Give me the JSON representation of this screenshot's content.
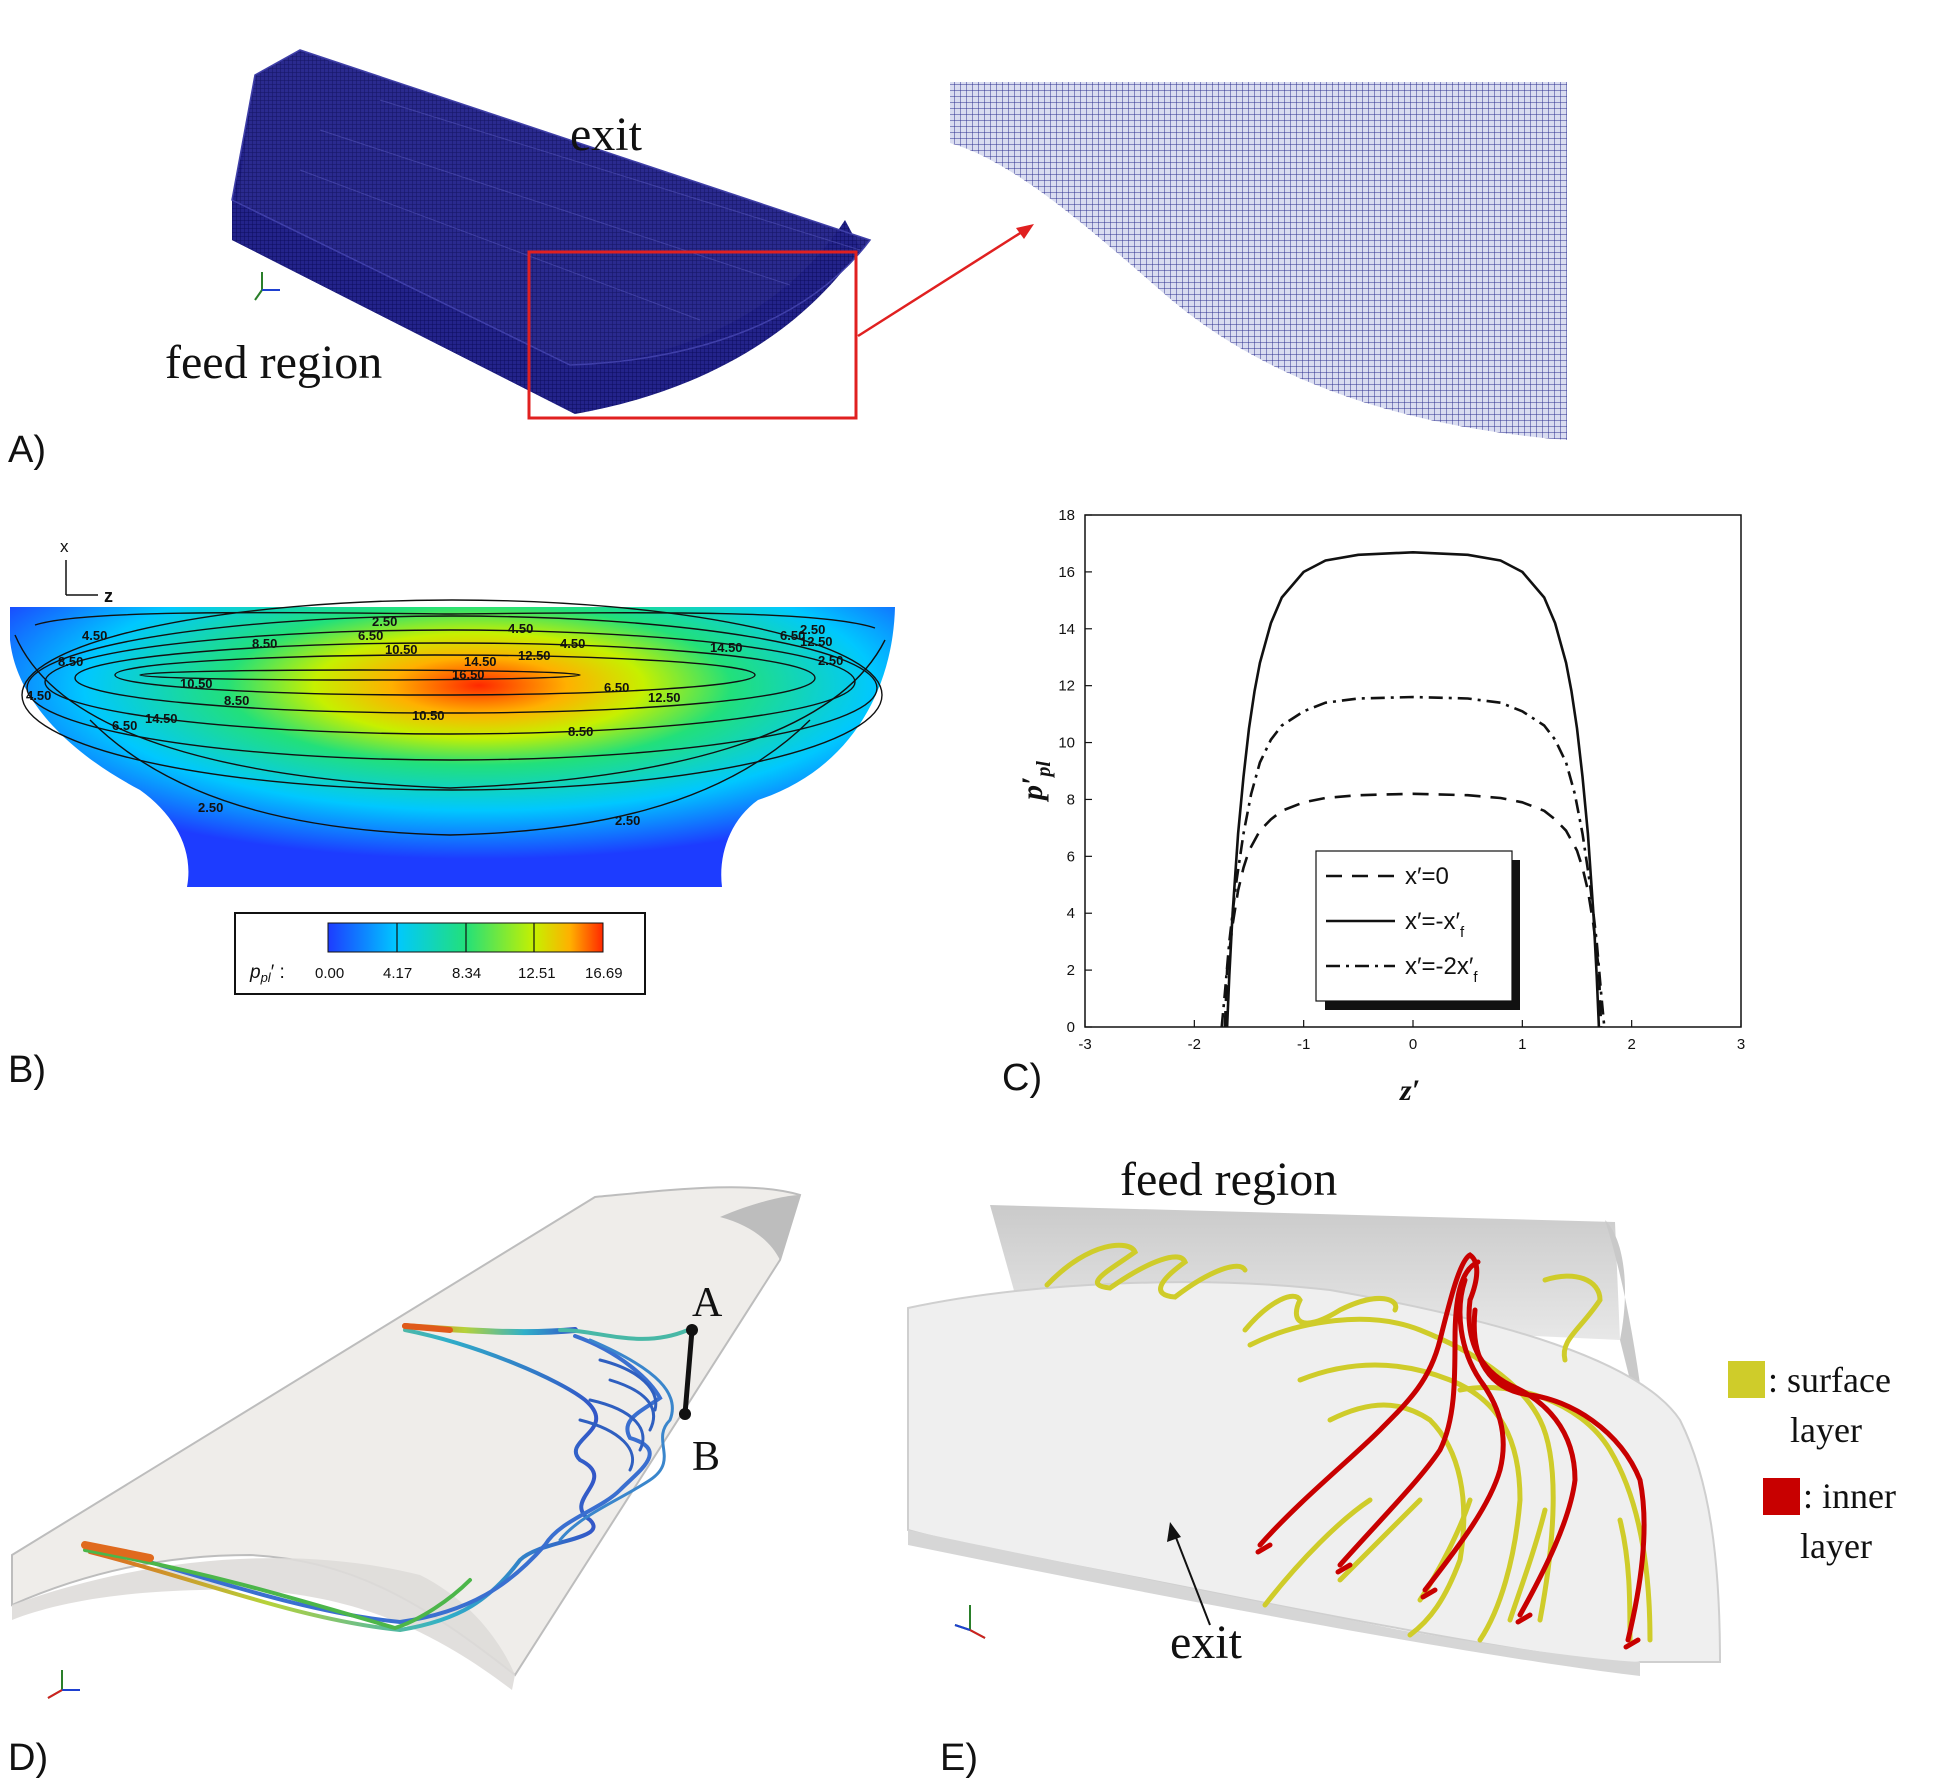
{
  "panels": {
    "a": {
      "label": "A)",
      "exit_label": "exit",
      "feed_label": "feed region"
    },
    "b": {
      "label": "B)",
      "axis_x": "x",
      "axis_z": "z",
      "colorbar_symbol": "p",
      "colorbar_subscript": "pl",
      "colorbar_prime": "′ :",
      "colorbar_ticks": [
        "0.00",
        "4.17",
        "8.34",
        "12.51",
        "16.69"
      ],
      "colors": [
        "#1d3cff",
        "#00c8ff",
        "#22e07a",
        "#c6f000",
        "#ffb000",
        "#ff2800"
      ],
      "contour_labels": [
        "2.50",
        "4.50",
        "6.50",
        "8.50",
        "10.50",
        "12.50",
        "14.50",
        "16.50",
        "2.50",
        "4.50",
        "6.50",
        "8.50",
        "10.50",
        "12.50",
        "14.50",
        "2.50",
        "4.50",
        "6.50",
        "8.50",
        "10.50",
        "12.50",
        "14.50",
        "4.50",
        "6.50",
        "8.50",
        "2.50",
        "2.50"
      ]
    },
    "c": {
      "label": "C)"
    },
    "d": {
      "label": "D)",
      "point_a": "A",
      "point_b": "B"
    },
    "e": {
      "label": "E)",
      "feed_label": "feed region",
      "exit_label": "exit",
      "legend": [
        {
          "color": "#cfcc2a",
          "line1": ": surface",
          "line2": "layer"
        },
        {
          "color": "#c80000",
          "line1": ": inner",
          "line2": "layer"
        }
      ]
    }
  },
  "chart_data": {
    "type": "line",
    "xlabel_main": "z",
    "xlabel_prime": "′",
    "ylabel_main": "p",
    "ylabel_prime": "′",
    "ylabel_sub": "pl",
    "xlim": [
      -3,
      3
    ],
    "ylim": [
      0,
      18
    ],
    "x_ticks": [
      "-3",
      "-2",
      "-1",
      "0",
      "1",
      "2",
      "3"
    ],
    "y_ticks": [
      "0",
      "2",
      "4",
      "6",
      "8",
      "10",
      "12",
      "14",
      "16",
      "18"
    ],
    "series": [
      {
        "name": "x′=0",
        "legend_base": "x′=0",
        "legend_sub": "",
        "dash": "16,10",
        "x": [
          -1.72,
          -1.7,
          -1.65,
          -1.6,
          -1.55,
          -1.5,
          -1.4,
          -1.3,
          -1.2,
          -1.0,
          -0.8,
          -0.5,
          0.0,
          0.5,
          0.8,
          1.0,
          1.2,
          1.3,
          1.4,
          1.5,
          1.55,
          1.6,
          1.65,
          1.7,
          1.72
        ],
        "y": [
          0,
          2.0,
          3.6,
          4.8,
          5.6,
          6.2,
          6.9,
          7.3,
          7.6,
          7.9,
          8.05,
          8.15,
          8.2,
          8.15,
          8.05,
          7.9,
          7.6,
          7.3,
          6.9,
          6.2,
          5.6,
          4.8,
          3.6,
          2.0,
          0
        ]
      },
      {
        "name": "x′=-x′f",
        "legend_base": "x′=-x′",
        "legend_sub": "f",
        "dash": "",
        "x": [
          -1.7,
          -1.68,
          -1.65,
          -1.6,
          -1.55,
          -1.5,
          -1.45,
          -1.4,
          -1.3,
          -1.2,
          -1.0,
          -0.8,
          -0.5,
          0.0,
          0.5,
          0.8,
          1.0,
          1.2,
          1.3,
          1.4,
          1.45,
          1.5,
          1.55,
          1.6,
          1.65,
          1.68,
          1.7
        ],
        "y": [
          0,
          1.8,
          4.0,
          6.8,
          8.8,
          10.5,
          11.8,
          12.8,
          14.2,
          15.1,
          16.0,
          16.4,
          16.6,
          16.69,
          16.6,
          16.4,
          16.0,
          15.1,
          14.2,
          12.8,
          11.8,
          10.5,
          8.8,
          6.8,
          4.0,
          1.8,
          0
        ]
      },
      {
        "name": "x′=-2x′f",
        "legend_base": "x′=-2x′",
        "legend_sub": "f",
        "dash": "14,6,3,6",
        "x": [
          -1.75,
          -1.72,
          -1.68,
          -1.62,
          -1.55,
          -1.48,
          -1.4,
          -1.3,
          -1.2,
          -1.0,
          -0.8,
          -0.5,
          0.0,
          0.5,
          0.8,
          1.0,
          1.2,
          1.3,
          1.4,
          1.48,
          1.55,
          1.62,
          1.68,
          1.72,
          1.75
        ],
        "y": [
          0,
          1.2,
          3.0,
          5.0,
          6.8,
          8.2,
          9.3,
          10.1,
          10.6,
          11.1,
          11.4,
          11.55,
          11.6,
          11.55,
          11.4,
          11.1,
          10.6,
          10.1,
          9.3,
          8.2,
          6.8,
          5.0,
          3.0,
          1.2,
          0
        ]
      }
    ]
  }
}
